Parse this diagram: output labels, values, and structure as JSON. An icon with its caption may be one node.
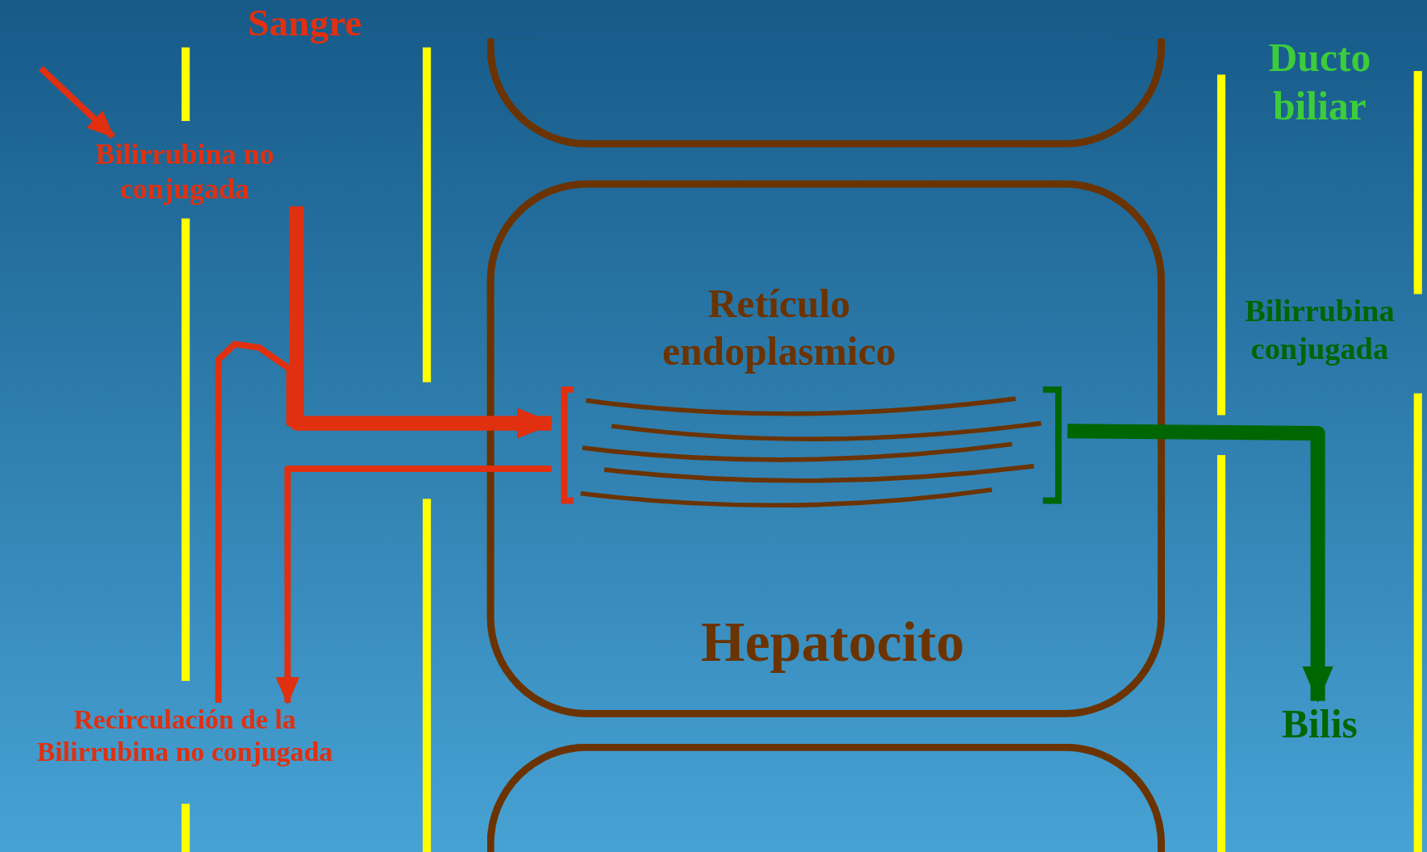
{
  "diagram": {
    "nodes": [
      {
        "text": [
          "Sangre"
        ]
      },
      {
        "text": [
          "Bilirrubina no conjugada"
        ],
        "in": 0
      },
      {
        "text": [
          "Recirculación de la Bilirrubina no conjugada"
        ],
        "in": 0
      },
      {
        "text": [],
        "shape": "box"
      },
      {
        "text": [
          "Hepatocito"
        ]
      },
      {
        "text": [
          "Retículo endoplasmico"
        ],
        "in": 4
      },
      {
        "text": [],
        "shape": "box"
      },
      {
        "text": [
          "Ducto biliar"
        ]
      },
      {
        "text": [
          "Bilirrubina conjugada"
        ],
        "in": 7
      },
      {
        "text": [
          "Bilis"
        ],
        "in": 7
      }
    ],
    "edges": [
      {
        "from": null,
        "to": 1,
        "arrow": "to"
      },
      {
        "from": 1,
        "to": 5,
        "arrow": "to",
        "style": "thick"
      },
      {
        "from": 5,
        "to": 2,
        "arrow": "to"
      },
      {
        "from": 2,
        "to": 5,
        "arrow": "to"
      },
      {
        "from": 5,
        "to": 9,
        "arrow": "to",
        "style": "thick",
        "color": "#006600"
      }
    ]
  }
}
